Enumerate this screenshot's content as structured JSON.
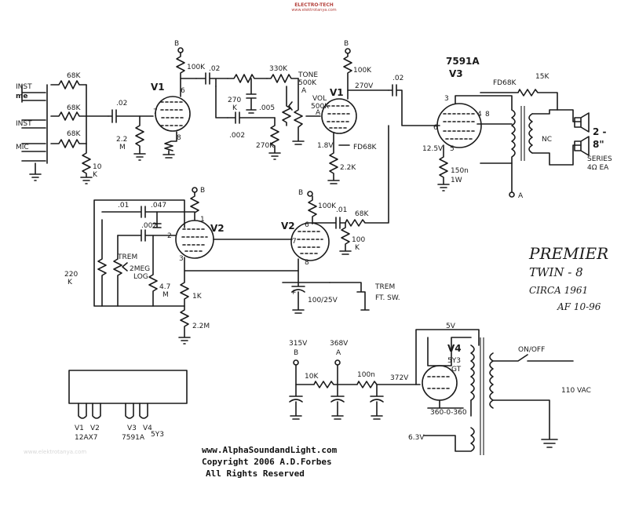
{
  "watermark": {
    "brand": "ELECTRO-TECH",
    "sub": "www.elektrotanya.com",
    "faint": "www.elektrotanya.com"
  },
  "inputs": {
    "inst1": "INST",
    "inst1b": "me",
    "inst2": "INST",
    "mic": "MIC"
  },
  "res": {
    "r68k_a": "68K",
    "r68k_b": "68K",
    "r68k_c": "68K",
    "r10k_a": "10",
    "r10k_b": "K",
    "r2m2_a": "2.2",
    "r2m2_b": "M",
    "r100k_v1": "100K",
    "r270k_a": "270",
    "r270k_b": "K",
    "r330k": "330K",
    "r270k_c": "270K",
    "tone_a": "TONE",
    "tone_b": "500K",
    "tone_c": "A",
    "vol_a": "VOL",
    "vol_b": "500K",
    "vol_c": "A",
    "r100k_v1b": "100K",
    "r270v": "270V",
    "r1v8": "1.8V",
    "r2k2": "2.2K",
    "fb68k": "FD68K",
    "fb68k_top": "FD68K",
    "r150": "150n",
    "r1w": "1W",
    "r15k": "15K",
    "r100k_v2": "100K",
    "r100k_v2b": "100K",
    "r100k_v2b_a": "100",
    "r100k_v2b_b": "K",
    "r68k_v2": "68K",
    "r220k_a": "220",
    "r220k_b": "K",
    "trem_a": "TREM",
    "trem_b": "2MEG",
    "trem_c": "LOG",
    "r4m7_a": "4.7",
    "r4m7_b": "M",
    "r1k": "1K",
    "r2m2_v2": "2.2M",
    "r10k_ps": "10K",
    "r100ohm": "100n",
    "v372": "372V",
    "v315": "315V",
    "b_ps": "B",
    "v368": "368V",
    "a_ps": "A"
  },
  "caps": {
    "c02a": ".02",
    "c02b": ".02",
    "c02c": ".02",
    "c005": ".005",
    "c002a": ".002",
    "c01": ".01",
    "c047": ".047",
    "c002b": ".002",
    "c01b": ".01",
    "c100": "100/25V"
  },
  "tubes": {
    "v1a": "V1",
    "v1b": "V1",
    "v2a": "V2",
    "v2b": "V2",
    "v3_type": "7591A",
    "v3": "V3",
    "v4": "V4",
    "v4_type": "5Y3",
    "v4_gt": "GT",
    "v3_pin3": "3",
    "v3_pin4": "4",
    "v3_pin8": "8",
    "v3_pin6": "6",
    "v3_pin5": "5",
    "v3_12v5": "12.5V",
    "pin_6": "6",
    "pin_7": "7",
    "pin_8": "8",
    "pin_1": "1",
    "pin_2": "2",
    "pin_3": "3",
    "pin_5": "5",
    "pin_v2_8": "8",
    "pin_v2_6": "6",
    "pin_v2_7": "7",
    "pin_v2_1": "1"
  },
  "nodes": {
    "b1": "B",
    "b2": "B",
    "b3": "B",
    "b4": "B",
    "a_out": "A"
  },
  "speaker": {
    "label1": "2 -",
    "label2": "8\"",
    "label3": "SERIES",
    "label4": "4Ω EA",
    "nc": "NC"
  },
  "trem_sw": {
    "line1": "TREM",
    "line2": "FT. SW."
  },
  "ps": {
    "v5": "5V",
    "v63": "6.3V",
    "onoff": "ON/OFF",
    "ac": "110 VAC",
    "ct": "360-0-360"
  },
  "title": {
    "brand": "PREMIER",
    "model": "TWIN - 8",
    "circa": "CIRCA 1961",
    "af": "AF 10-96"
  },
  "layout_key": {
    "tubes": [
      "V1",
      "V2",
      "V3",
      "V4"
    ],
    "types": [
      "12AX7",
      "7591A",
      "5Y3"
    ]
  },
  "credits": {
    "url": "www.AlphaSoundandLight.com",
    "copyright": "Copyright 2006  A.D.Forbes",
    "rights": "All Rights Reserved"
  }
}
